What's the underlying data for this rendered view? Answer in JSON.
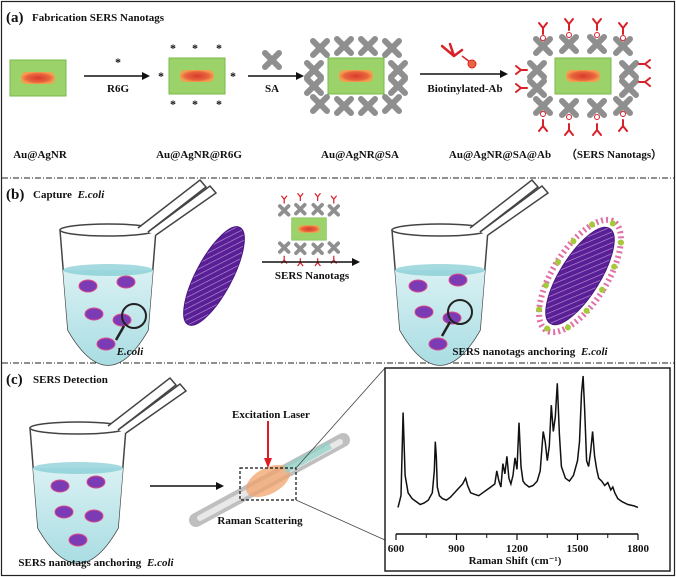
{
  "panel_a": {
    "letter": "(a)",
    "title": "Fabrication SERS Nanotags",
    "arrows": [
      "R6G",
      "SA",
      "Biotinylated-Ab"
    ],
    "stages": [
      "Au@AgNR",
      "Au@AgNR@R6G",
      "Au@AgNR@SA",
      "Au@AgNR@SA@Ab",
      "（SERS Nanotags）"
    ]
  },
  "panel_b": {
    "letter": "(b)",
    "title": "Capture",
    "title_italic": "E.coli",
    "arrow_label": "SERS Nanotags",
    "left_label": "E.coli",
    "right_label": "SERS nanotags anchoring",
    "right_label_italic": "E.coli"
  },
  "panel_c": {
    "letter": "(c)",
    "title": "SERS Detection",
    "excitation": "Excitation Laser",
    "scattering": "Raman Scattering",
    "bottom_label": "SERS nanotags anchoring",
    "bottom_label_italic": "E.coli"
  },
  "colors": {
    "green": "#9bd36a",
    "core": "#e0503a",
    "sa": "#8f8f8f",
    "ab": "#d8222a",
    "bacteria": "#6a2ea6",
    "tube": "#bfe6ea"
  },
  "chart_data": {
    "type": "line",
    "title": "",
    "xlabel": "Raman Shift (cm⁻¹)",
    "ylabel": "",
    "xlim": [
      600,
      1800
    ],
    "ticks": [
      600,
      900,
      1200,
      1500,
      1800
    ],
    "grid": false,
    "series": [
      {
        "x": [
          610,
          625,
          635,
          645,
          660,
          680,
          700,
          720,
          740,
          760,
          780,
          790,
          795,
          800,
          805,
          815,
          830,
          850,
          870,
          890,
          910,
          930,
          945,
          955,
          970,
          990,
          1010,
          1030,
          1050,
          1070,
          1090,
          1100,
          1110,
          1120,
          1130,
          1140,
          1150,
          1160,
          1170,
          1180,
          1190,
          1200,
          1210,
          1220,
          1230,
          1240,
          1260,
          1280,
          1300,
          1315,
          1330,
          1340,
          1350,
          1360,
          1370,
          1380,
          1390,
          1400,
          1410,
          1420,
          1440,
          1460,
          1480,
          1500,
          1510,
          1520,
          1528,
          1535,
          1545,
          1555,
          1565,
          1575,
          1585,
          1595,
          1605,
          1620,
          1635,
          1650,
          1665,
          1675,
          1685,
          1700,
          1720,
          1750,
          1780,
          1800
        ],
        "y": [
          10,
          18,
          75,
          32,
          20,
          16,
          14,
          12,
          13,
          15,
          20,
          35,
          55,
          45,
          24,
          18,
          16,
          15,
          17,
          20,
          23,
          26,
          30,
          25,
          20,
          19,
          18,
          20,
          22,
          24,
          26,
          35,
          28,
          24,
          40,
          33,
          45,
          30,
          26,
          32,
          44,
          36,
          68,
          38,
          28,
          26,
          24,
          25,
          28,
          35,
          62,
          55,
          42,
          52,
          80,
          62,
          72,
          95,
          60,
          38,
          30,
          28,
          32,
          42,
          55,
          88,
          100,
          78,
          42,
          38,
          48,
          62,
          45,
          36,
          30,
          28,
          25,
          27,
          22,
          24,
          20,
          16,
          14,
          12,
          11,
          10
        ]
      }
    ]
  }
}
